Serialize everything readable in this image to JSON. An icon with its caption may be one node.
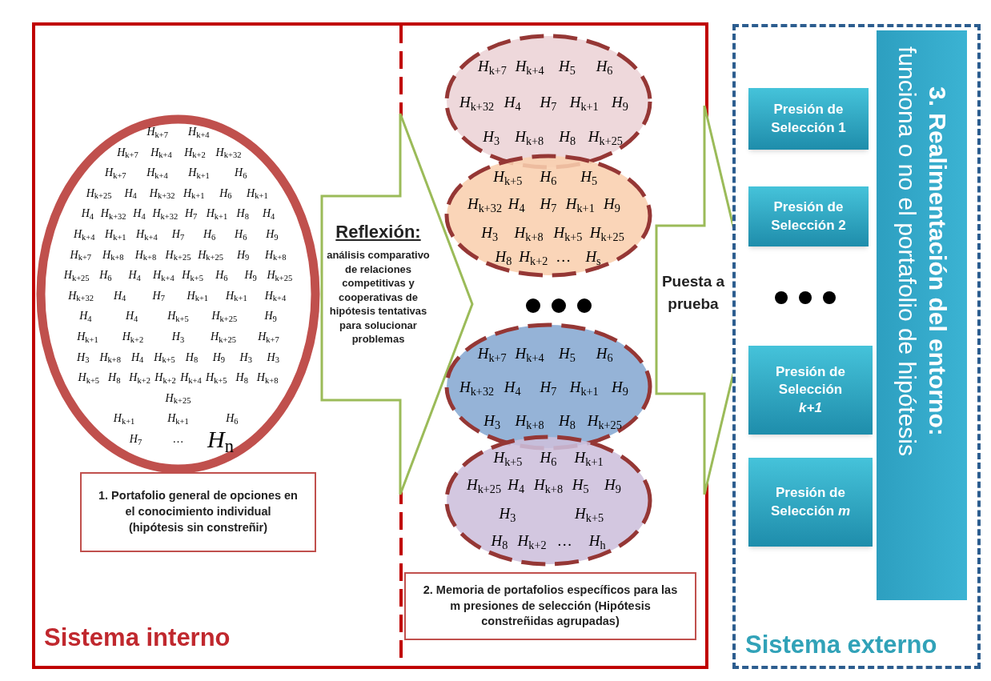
{
  "diagram": {
    "nodes": [
      {
        "text": [
          "Sistema interno"
        ]
      },
      {
        "text": [
          "*H*$_{k+7}$",
          "*H*$_{k+4}$",
          "*H*$_{k+7}$",
          "*H*$_{k+4}$",
          "*H*$_{k+2}$",
          "*H*$_{k+32}$",
          "*H*$_{k+7}$",
          "*H*$_{k+4}$",
          "*H*$_{k+1}$",
          "*H*$_{6}$",
          "*H*$_{k+25}$",
          "*H*$_{4}$",
          "*H*$_{k+32}$",
          "*H*$_{k+1}$",
          "*H*$_{6}$",
          "*H*$_{k+1}$",
          "*H*$_{4}$",
          "*H*$_{k+32}$",
          "*H*$_{4}$",
          "*H*$_{k+32}$",
          "*H*$_{7}$",
          "*H*$_{k+1}$",
          "*H*$_{8}$",
          "*H*$_{4}$",
          "*H*$_{k+4}$",
          "*H*$_{k+1}$",
          "*H*$_{k+4}$",
          "*H*$_{7}$",
          "*H*$_{6}$",
          "*H*$_{6}$",
          "*H*$_{9}$",
          "*H*$_{k+7}$",
          "*H*$_{k+8}$",
          "*H*$_{k+8}$",
          "*H*$_{k+25}$",
          "*H*$_{k+25}$",
          "*H*$_{9}$",
          "*H*$_{k+8}$",
          "*H*$_{k+25}$",
          "*H*$_{6}$",
          "*H*$_{4}$",
          "*H*$_{k+4}$",
          "*H*$_{k+5}$",
          "*H*$_{6}$",
          "*H*$_{9}$",
          "*H*$_{k+25}$",
          "*H*$_{k+32}$",
          "*H*$_{4}$",
          "*H*$_{7}$",
          "*H*$_{k+1}$",
          "*H*$_{k+1}$",
          "*H*$_{k+4}$",
          "*H*$_{4}$",
          "*H*$_{4}$",
          "*H*$_{k+5}$",
          "*H*$_{k+25}$",
          "*H*$_{9}$",
          "*H*$_{k+1}$",
          "*H*$_{k+2}$",
          "*H*$_{3}$",
          "*H*$_{k+25}$",
          "*H*$_{k+7}$",
          "*H*$_{3}$",
          "*H*$_{k+8}$",
          "*H*$_{4}$",
          "*H*$_{k+5}$",
          "*H*$_{8}$",
          "*H*$_{9}$",
          "*H*$_{3}$",
          "*H*$_{3}$",
          "*H*$_{k+5}$",
          "*H*$_{8}$",
          "*H*$_{k+2}$",
          "*H*$_{k+2}$",
          "*H*$_{k+4}$",
          "*H*$_{k+5}$",
          "*H*$_{8}$",
          "*H*$_{k+8}$",
          "*H*$_{k+25}$",
          "*H*$_{k+1}$",
          "*H*$_{k+1}$",
          "*H*$_{6}$",
          "*H*$_{7}$",
          "…",
          "*H*$_{n}$"
        ],
        "in": 0
      },
      {
        "text": [
          "1. Portafolio general de opciones en el conocimiento individual (hipótesis sin constreñir)"
        ],
        "in": 0
      },
      {
        "text": [
          "Reflexión:",
          "análisis comparativo de relaciones competitivas y cooperativas de hipótesis tentativas para solucionar problemas"
        ],
        "in": 0
      },
      {
        "text": [
          "*H*$_{k+7}$",
          "*H*$_{k+4}$",
          "*H*$_{5}$",
          "*H*$_{6}$",
          "*H*$_{k+32}$",
          "*H*$_{4}$",
          "*H*$_{7}$",
          "*H*$_{k+1}$",
          "*H*$_{9}$",
          "*H*$_{3}$",
          "*H*$_{k+8}$",
          "*H*$_{8}$",
          "*H*$_{k+25}$"
        ],
        "in": 0
      },
      {
        "text": [
          "*H*$_{k+5}$",
          "*H*$_{6}$",
          "*H*$_{5}$",
          "*H*$_{k+32}$",
          "*H*$_{4}$",
          "*H*$_{7}$",
          "*H*$_{k+1}$",
          "*H*$_{9}$",
          "*H*$_{3}$",
          "*H*$_{k+8}$",
          "*H*$_{k+5}$",
          "*H*$_{k+25}$",
          "*H*$_{8}$",
          "*H*$_{k+2}$",
          "…",
          "*H*$_{s}$"
        ],
        "in": 0
      },
      {
        "text": [
          "*H*$_{k+7}$",
          "*H*$_{k+4}$",
          "*H*$_{5}$",
          "*H*$_{6}$",
          "*H*$_{k+32}$",
          "*H*$_{4}$",
          "*H*$_{7}$",
          "*H*$_{k+1}$",
          "*H*$_{9}$",
          "*H*$_{3}$",
          "*H*$_{k+8}$",
          "*H*$_{8}$",
          "*H*$_{k+25}$"
        ],
        "in": 0
      },
      {
        "text": [
          "*H*$_{k+5}$",
          "*H*$_{6}$",
          "*H*$_{k+1}$",
          "*H*$_{k+25}$",
          "*H*$_{4}$",
          "*H*$_{k+8}$",
          "*H*$_{5}$",
          "*H*$_{9}$",
          "*H*$_{3}$",
          "*H*$_{k+5}$",
          "*H*$_{8}$",
          "*H*$_{k+2}$",
          "…",
          "*H*$_{h}$"
        ],
        "in": 0
      },
      {
        "text": [
          "2. Memoria de portafolios específicos para las m presiones de selección (Hipótesis constreñidas agrupadas)"
        ],
        "in": 0
      },
      {
        "text": [
          "Puesta a prueba"
        ]
      },
      {
        "text": [
          "Sistema externo"
        ]
      },
      {
        "text": [
          "Presión de Selección 1"
        ],
        "in": 10
      },
      {
        "text": [
          "Presión de Selección 2"
        ],
        "in": 10
      },
      {
        "text": [
          "Presión de Selección *k+1*"
        ],
        "in": 10
      },
      {
        "text": [
          "Presión de Selección *m*"
        ],
        "in": 10
      },
      {
        "text": [
          "3. Realimentación del entorno:",
          "funciona o no el portafolio de hipótesis"
        ],
        "in": 10
      }
    ]
  }
}
